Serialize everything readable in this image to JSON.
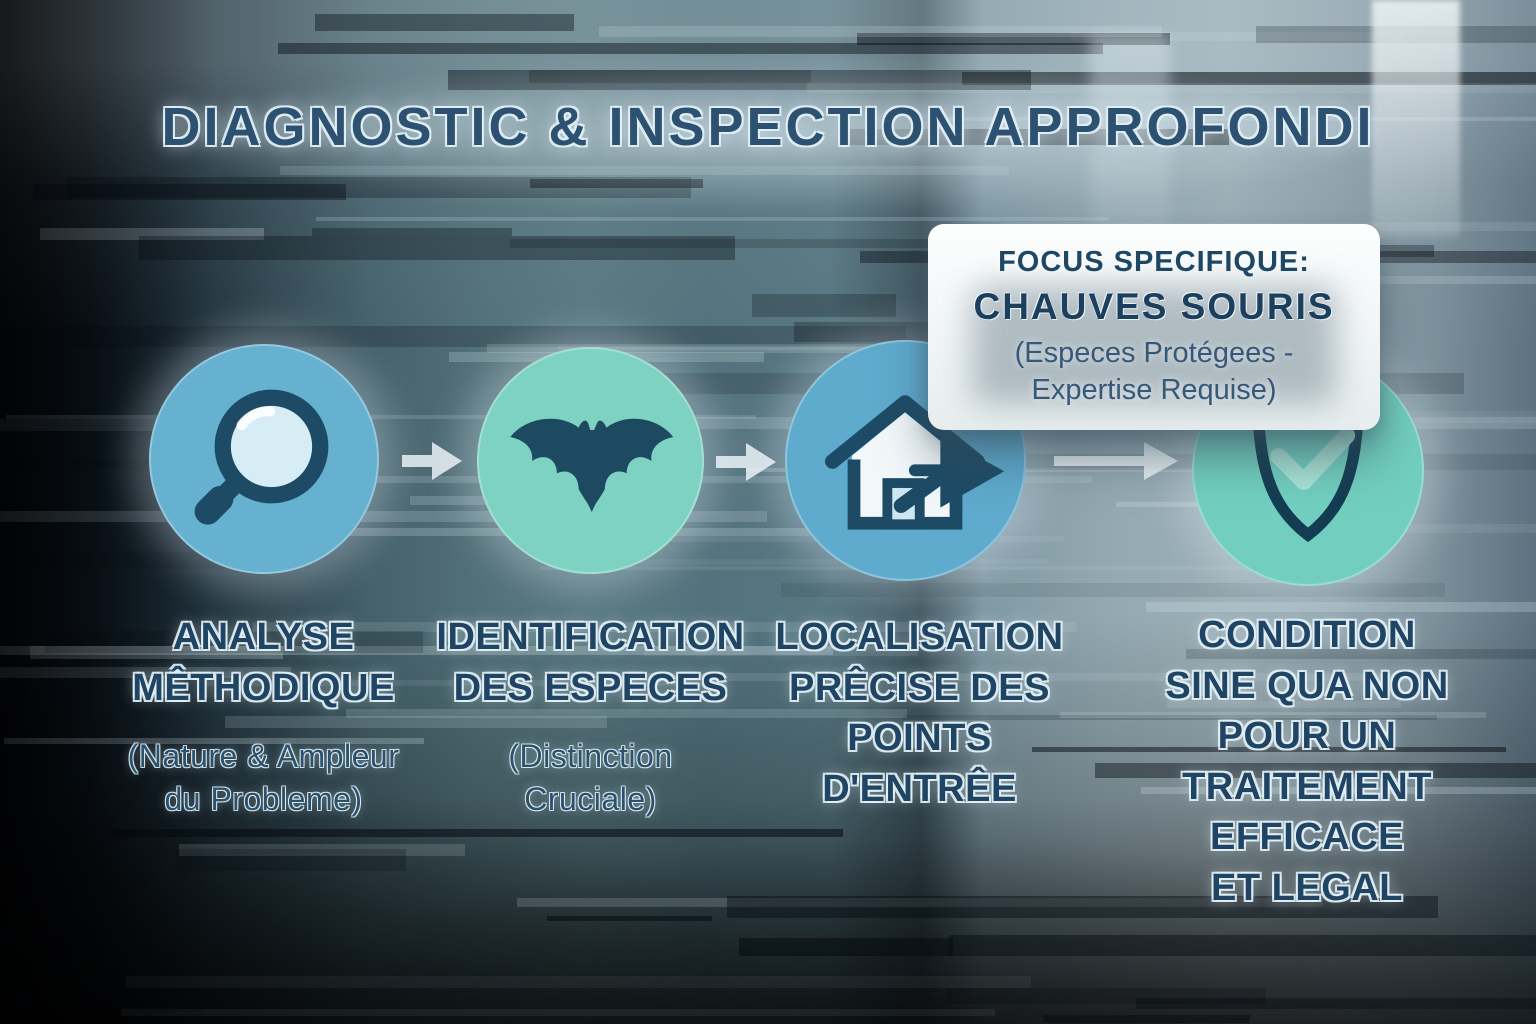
{
  "title": "DIAGNOSTIC & INSPECTION APPROFONDI",
  "callout": {
    "kicker": "FOCUS SPECIFIQUE:",
    "title": "CHAUVES SOURIS",
    "subtitle": "(Especes Protégees -\nExpertise Requise)"
  },
  "steps": [
    {
      "icon": "magnifier-icon",
      "heading": "ANALYSE\nMÊTHODIQUE",
      "sub": "(Nature & Ampleur\ndu Probleme)",
      "circle_color": "#66b0d0"
    },
    {
      "icon": "bat-icon",
      "heading": "IDENTIFICATION\nDES ESPECES",
      "sub": "(Distinction\nCruciale)",
      "circle_color": "#7ed2c2"
    },
    {
      "icon": "house-exit-icon",
      "heading": "LOCALISATION\nPRÊCISE DES\nPOINTS D'ENTRÊE",
      "sub": "",
      "circle_color": "#5fabce"
    },
    {
      "icon": "shield-check-icon",
      "heading": "CONDITION\nSINE QUA NON\nPOUR UN\nTRAITEMENT\nEFFICACE\nET LEGAL",
      "sub": "",
      "circle_color": "#72cfc0"
    }
  ],
  "colors": {
    "heading_text": "#1f4464",
    "title_text": "#2d5271",
    "icon_dark": "#1d4b66",
    "callout_background": "#f6fafa",
    "arrow": "#edf6f9"
  }
}
